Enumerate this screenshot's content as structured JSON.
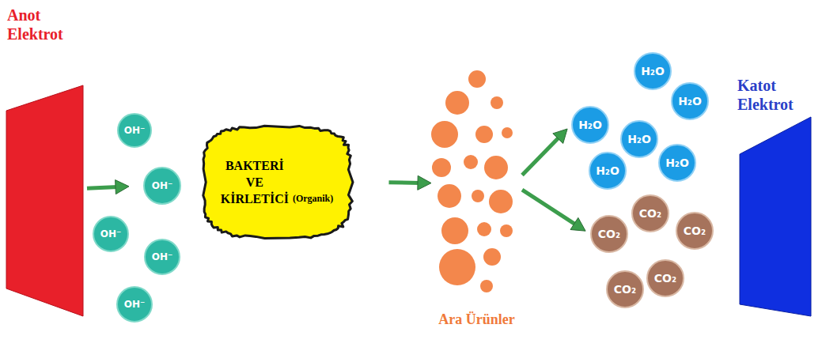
{
  "diagram": {
    "nodes": [
      {
        "text": [
          "Anot Elektrot"
        ]
      },
      {
        "text": [
          "OH⁻"
        ]
      },
      {
        "text": [
          "OH⁻"
        ]
      },
      {
        "text": [
          "OH⁻"
        ]
      },
      {
        "text": [
          "OH⁻"
        ]
      },
      {
        "text": [
          "OH⁻"
        ]
      },
      {
        "text": [
          "BAKTERİ VE KİRLETİCİ",
          "(Organik)"
        ]
      },
      {
        "text": [
          "Ara Ürünler"
        ]
      },
      {
        "text": [
          "H₂O"
        ]
      },
      {
        "text": [
          "H₂O"
        ]
      },
      {
        "text": [
          "H₂O"
        ]
      },
      {
        "text": [
          "H₂O"
        ]
      },
      {
        "text": [
          "H₂O"
        ]
      },
      {
        "text": [
          "H₂O"
        ]
      },
      {
        "text": [
          "CO₂"
        ]
      },
      {
        "text": [
          "CO₂"
        ]
      },
      {
        "text": [
          "CO₂"
        ]
      },
      {
        "text": [
          "CO₂"
        ]
      },
      {
        "text": [
          "CO₂"
        ]
      },
      {
        "text": [
          "Katot Elektrot"
        ]
      }
    ],
    "edges": [
      {
        "from": 0,
        "to": 2,
        "arrow": "to"
      },
      {
        "from": 6,
        "to": 7,
        "arrow": "to"
      },
      {
        "from": 7,
        "to": 10,
        "arrow": "to"
      },
      {
        "from": 7,
        "to": 14,
        "arrow": "to"
      }
    ]
  }
}
